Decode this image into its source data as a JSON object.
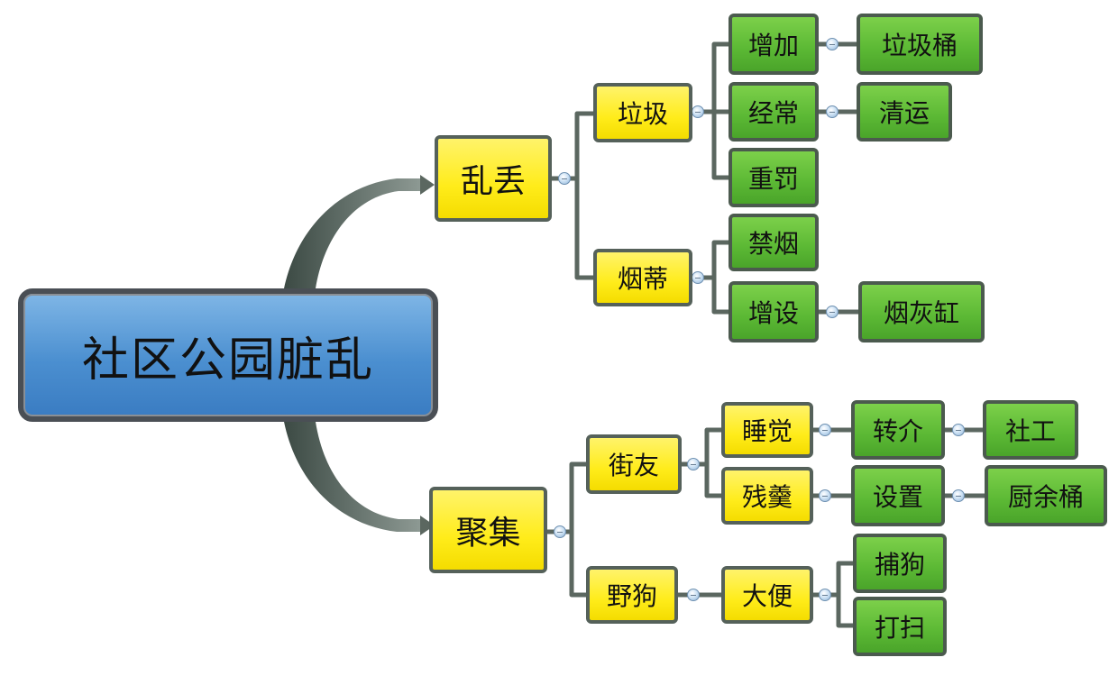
{
  "root": {
    "label": "社区公园脏乱"
  },
  "branches": {
    "luandiu": {
      "label": "乱丢",
      "laji": {
        "label": "垃圾",
        "zengjia": {
          "label": "增加",
          "child": "垃圾桶"
        },
        "jingchang": {
          "label": "经常",
          "child": "清运"
        },
        "zhongfa": {
          "label": "重罚"
        }
      },
      "yandi": {
        "label": "烟蒂",
        "jinyan": {
          "label": "禁烟"
        },
        "zengshe": {
          "label": "增设",
          "child": "烟灰缸"
        }
      }
    },
    "juji": {
      "label": "聚集",
      "jieyou": {
        "label": "街友",
        "shuijiao": {
          "label": "睡觉",
          "child": "转介",
          "grandchild": "社工"
        },
        "cangeng": {
          "label": "残羹",
          "child": "设置",
          "grandchild": "厨余桶"
        }
      },
      "yegou": {
        "label": "野狗",
        "dabian": {
          "label": "大便",
          "children": [
            "捕狗",
            "打扫"
          ]
        }
      }
    }
  },
  "colors": {
    "root_fill": "#4b8fd0",
    "topic_fill": "#ffec1a",
    "leaf_fill": "#5bb834",
    "border": "#4a4f55",
    "connector": "#5b6760"
  }
}
